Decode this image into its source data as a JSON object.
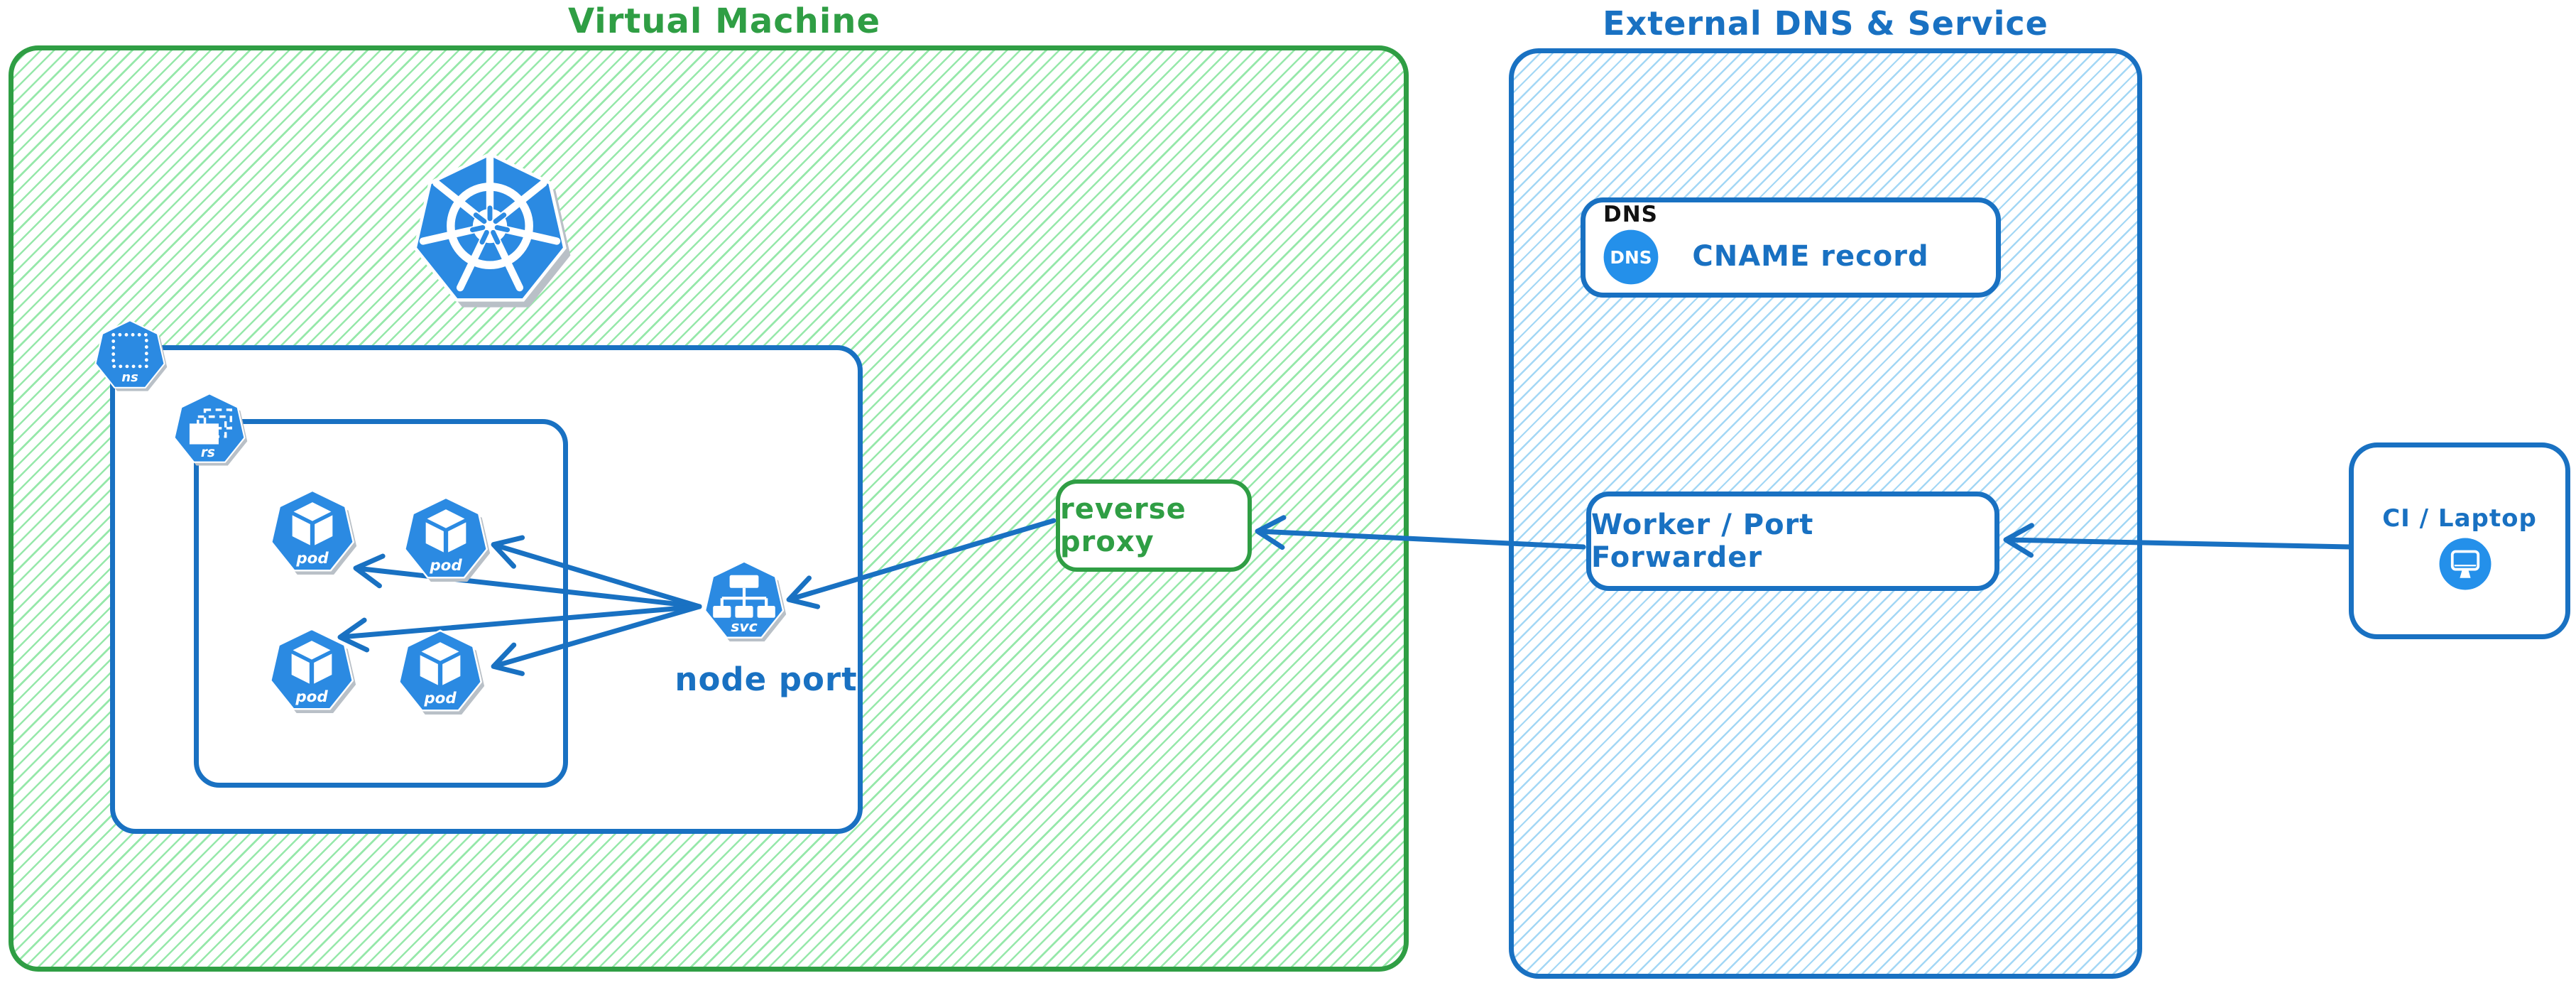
{
  "virtual_machine": {
    "title": "Virtual Machine",
    "node_port_label": "node port",
    "reverse_proxy_label": "reverse proxy",
    "namespace_icon_label": "ns",
    "replicaset_icon_label": "rs",
    "pod_icon_label": "pod",
    "service_icon_label": "svc"
  },
  "external_dns_service": {
    "title": "External DNS & Service",
    "dns_record": {
      "tag": "DNS",
      "icon_text": "DNS",
      "label": "CNAME record"
    },
    "worker_label": "Worker / Port Forwarder"
  },
  "client": {
    "label": "CI / Laptop"
  },
  "icons": [
    "kubernetes-icon",
    "namespace-icon",
    "replicaset-icon",
    "pod-icon",
    "service-icon",
    "dns-icon",
    "monitor-icon"
  ],
  "colors": {
    "green_stroke": "#2f9e44",
    "green_hatch": "#96e8aa",
    "blue_stroke": "#1971c2",
    "blue_hatch": "#a3d7f5",
    "icon_blue": "#2b8ae2",
    "icon_circle_blue": "#2490ea",
    "shadow_gray": "#b9c0c7",
    "dns_tag_color": "#111111"
  }
}
